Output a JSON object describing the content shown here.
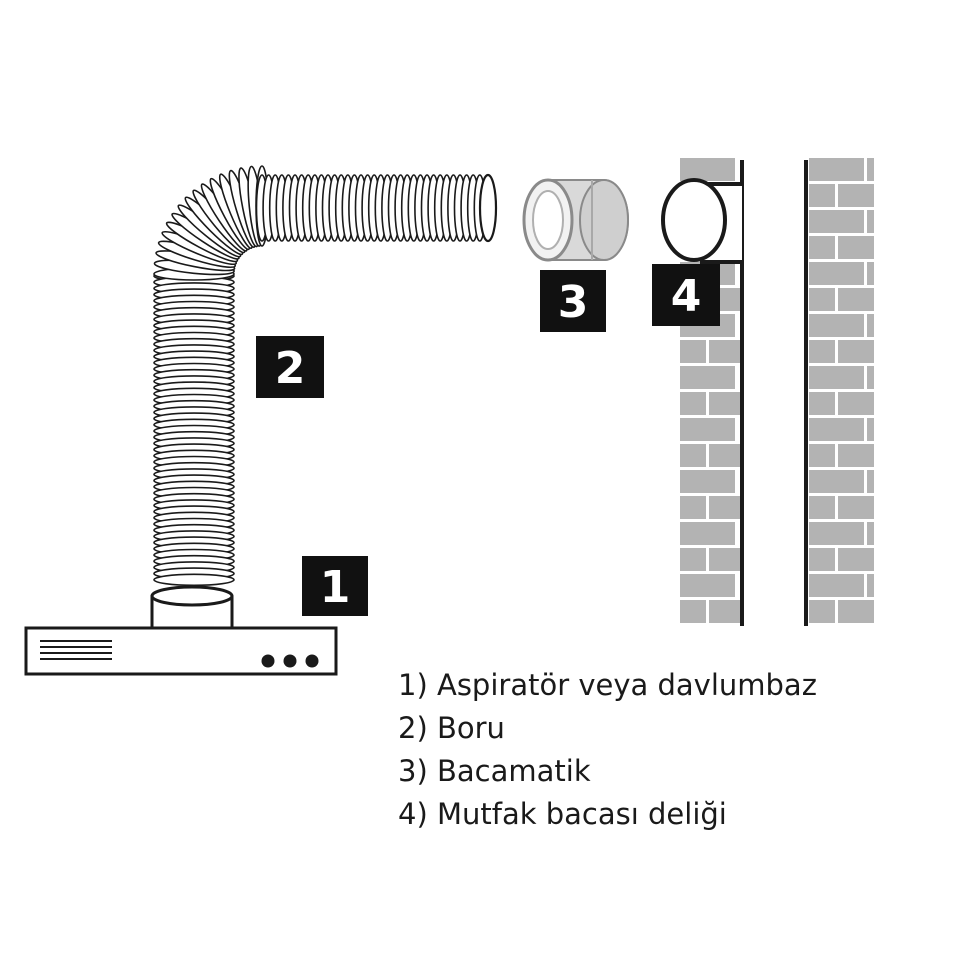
{
  "badges": {
    "hood": "1",
    "pipe": "2",
    "connector": "3",
    "flue_hole": "4"
  },
  "legend": [
    "1) Aspiratör veya davlumbaz",
    "2) Boru",
    "3) Bacamatik",
    "4) Mutfak bacası deliği"
  ],
  "colors": {
    "ink": "#1a1a1a",
    "brick": "#b3b3b3",
    "badge": "#111111",
    "connector": "#d6d6d6"
  }
}
